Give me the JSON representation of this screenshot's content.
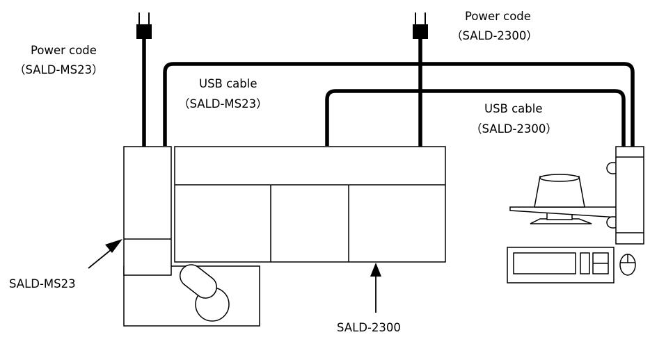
{
  "labels": {
    "power_code_ms23": "Power code",
    "power_code_ms23_model": "（SALD-MS23）",
    "usb_cable_ms23": "USB cable",
    "usb_cable_ms23_model": "（SALD-MS23）",
    "power_code_2300": "Power code",
    "power_code_2300_model": "（SALD-2300）",
    "usb_cable_2300": "USB cable",
    "usb_cable_2300_model": "（SALD-2300）",
    "device_ms23": "SALD-MS23",
    "device_2300": "SALD-2300"
  },
  "icons": {
    "plug": "power-plug-icon",
    "computer": "computer-icon",
    "arrow": "arrow-icon"
  },
  "colors": {
    "line": "#000000",
    "background": "#ffffff"
  }
}
